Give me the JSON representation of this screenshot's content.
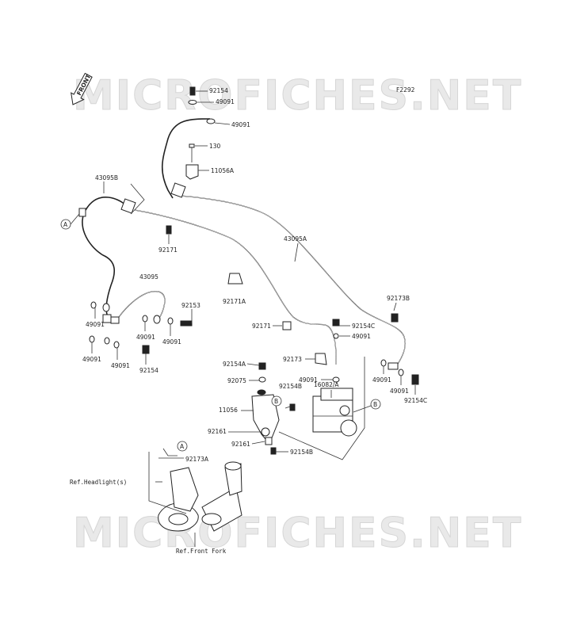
{
  "watermark": "MICROFICHES.NET",
  "figure_code": "F2292",
  "front_label": "FRONT",
  "refs": {
    "a": "A",
    "b": "B"
  },
  "parts": {
    "p92154_top": "92154",
    "p49091_top1": "49091",
    "p49091_top2": "49091",
    "p130": "130",
    "p11056A": "11056A",
    "p43095B": "43095B",
    "p43095A": "43095A",
    "p92171": "92171",
    "p43095": "43095",
    "p92171A": "92171A",
    "p92153": "92153",
    "p49091_l1": "49091",
    "p49091_l2": "49091",
    "p49091_l3": "49091",
    "p49091_l4": "49091",
    "p49091_l5": "49091",
    "p92154_l": "92154",
    "p92173B": "92173B",
    "p92171_m": "92171",
    "p92154C_1": "92154C",
    "p49091_m1": "49091",
    "p92173": "92173",
    "p49091_m2": "49091",
    "p92154A": "92154A",
    "p92075": "92075",
    "p92154B_1": "92154B",
    "p16082A": "16082/A",
    "p49091_r1": "49091",
    "p49091_r2": "49091",
    "p92154C_2": "92154C",
    "p11056": "11056",
    "p92161_1": "92161",
    "p92161_2": "92161",
    "p92154B_2": "92154B",
    "p92173A": "92173A",
    "ref_headlight": "Ref.Headlight(s)",
    "ref_front_fork": "Ref.Front Fork"
  }
}
